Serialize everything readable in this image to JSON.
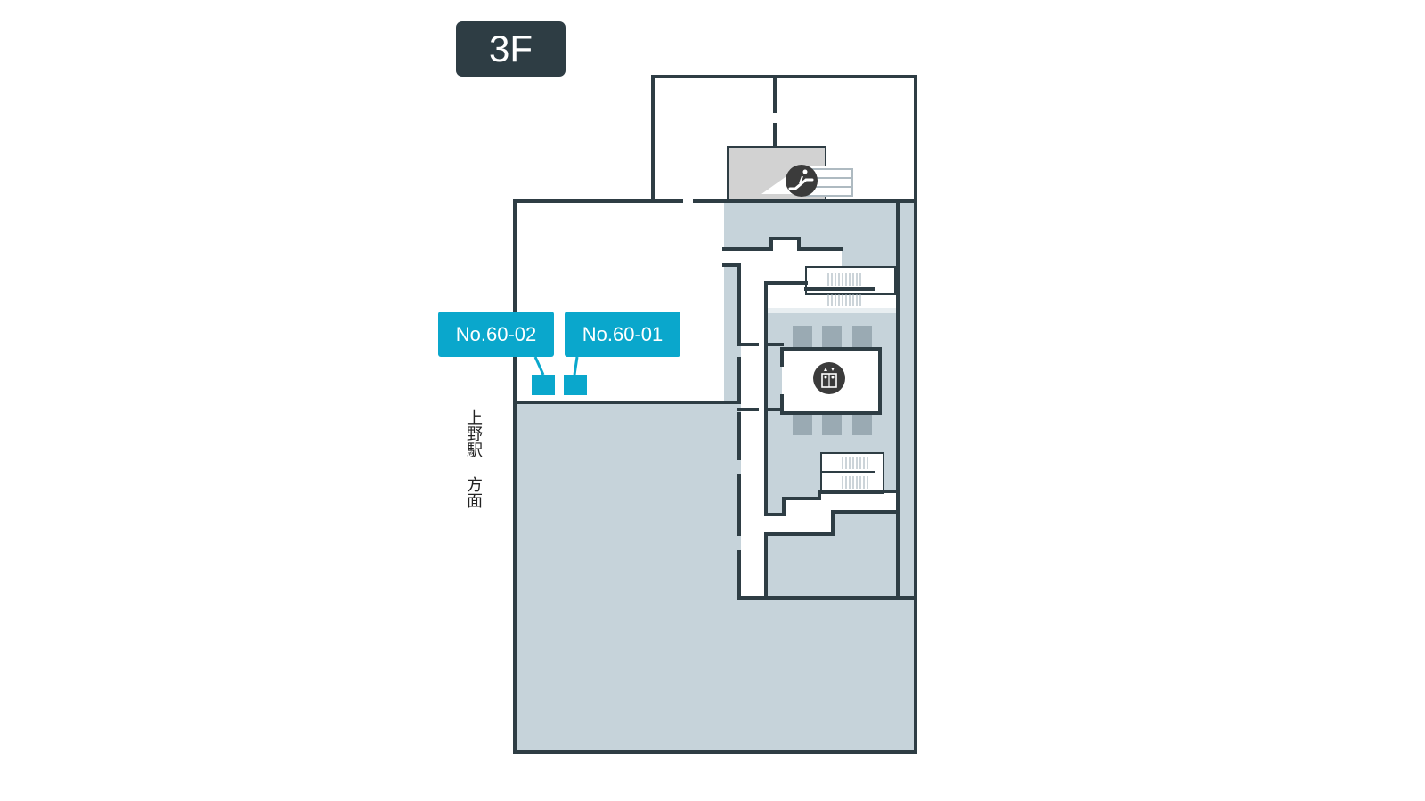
{
  "map": {
    "floor_label": "3F",
    "direction_text": "上野駅 方面",
    "lockers": [
      {
        "id": "No.60-02"
      },
      {
        "id": "No.60-01"
      }
    ],
    "icons": {
      "escalator": "escalator-icon",
      "elevator": "elevator-icon"
    },
    "colors": {
      "wall": "#2e3d44",
      "corridor": "#c6d3da",
      "locker": "#0aa7cc",
      "seat": "#9aaab3",
      "escalator_area": "#d2d2d2",
      "icon_circle": "#3b3b3b"
    }
  }
}
